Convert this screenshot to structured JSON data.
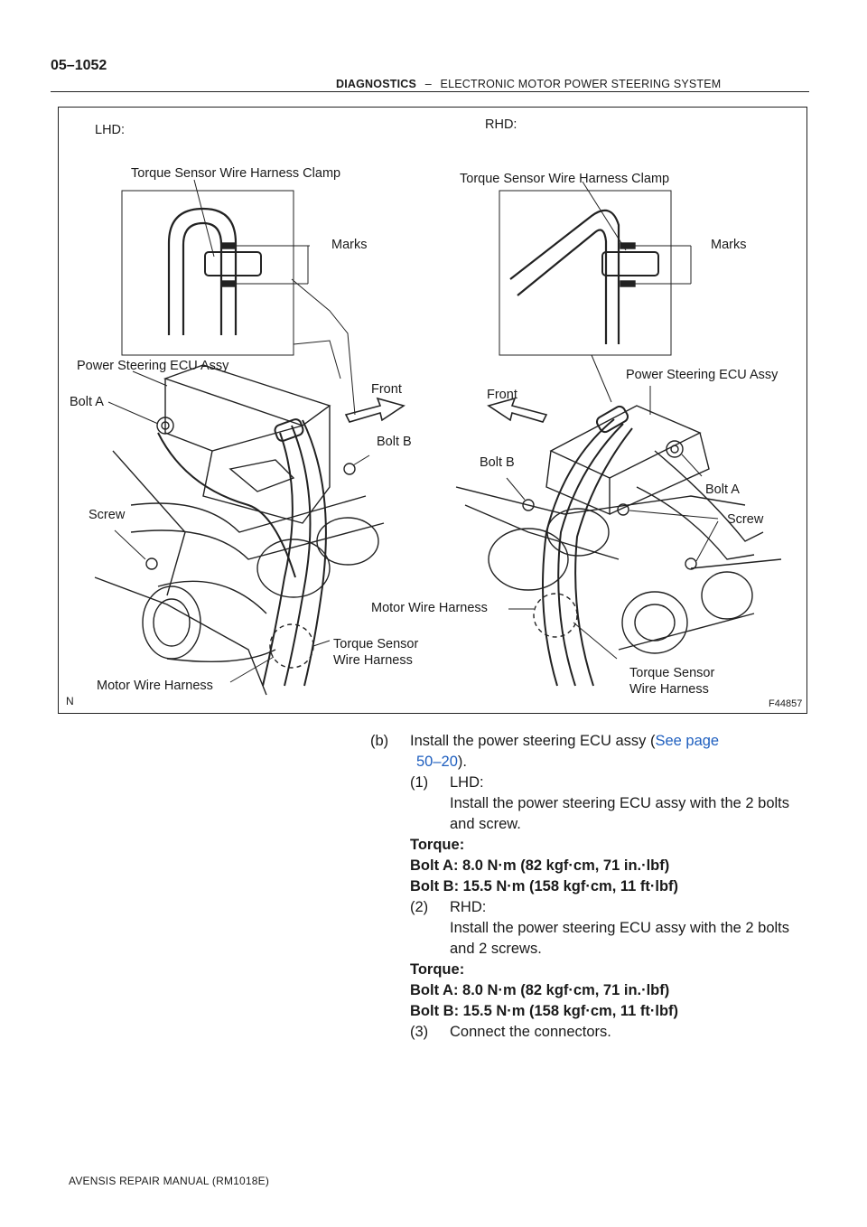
{
  "header": {
    "page_number": "05–1052",
    "section": "DIAGNOSTICS",
    "separator": "–",
    "subsection": "ELECTRONIC MOTOR POWER STEERING SYSTEM"
  },
  "figure": {
    "id": "F44857",
    "corner_mark": "N",
    "lhd": {
      "title": "LHD:",
      "clamp": "Torque Sensor Wire Harness Clamp",
      "marks": "Marks",
      "ecu": "Power Steering ECU Assy",
      "bolt_a": "Bolt A",
      "front": "Front",
      "bolt_b": "Bolt B",
      "screw": "Screw",
      "torque_sensor_harness": "Torque Sensor\nWire Harness",
      "motor_harness": "Motor Wire Harness"
    },
    "rhd": {
      "title": "RHD:",
      "clamp": "Torque Sensor Wire Harness Clamp",
      "marks": "Marks",
      "ecu": "Power Steering ECU Assy",
      "front": "Front",
      "bolt_b": "Bolt B",
      "bolt_a": "Bolt A",
      "screw": "Screw",
      "motor_harness": "Motor Wire Harness",
      "torque_sensor_harness": "Torque Sensor\nWire Harness"
    }
  },
  "instructions": {
    "step_b_label": "(b)",
    "step_b_text": "Install the power steering ECU assy (",
    "step_b_link_1": "See page",
    "step_b_link_2": "50–20",
    "step_b_end": ").",
    "step1_label": "(1)",
    "step1_title": "LHD:",
    "step1_text_1": "Install the power steering ECU assy with the 2 bolts",
    "step1_text_2": "and screw.",
    "torque_1_label": "Torque:",
    "torque_1_a": "Bolt A: 8.0 N·m (82 kgf·cm, 71 in.·lbf)",
    "torque_1_b": "Bolt B: 15.5 N·m (158 kgf·cm, 11 ft·lbf)",
    "step2_label": "(2)",
    "step2_title": "RHD:",
    "step2_text_1": "Install the power steering ECU assy with the 2 bolts",
    "step2_text_2": "and 2 screws.",
    "torque_2_label": "Torque:",
    "torque_2_a": "Bolt A: 8.0 N·m (82 kgf·cm, 71 in.·lbf)",
    "torque_2_b": "Bolt B: 15.5 N·m (158 kgf·cm, 11 ft·lbf)",
    "step3_label": "(3)",
    "step3_text": "Connect the connectors."
  },
  "footer": {
    "text": "AVENSIS REPAIR MANUAL   (RM1018E)"
  }
}
